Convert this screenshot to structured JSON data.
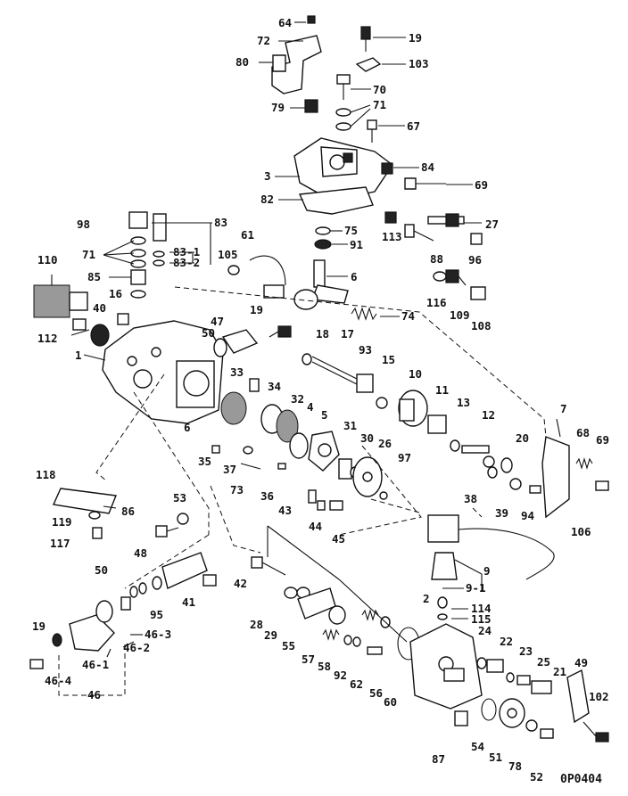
{
  "drawing_code": "0P0404",
  "callouts": [
    "64",
    "72",
    "80",
    "19",
    "103",
    "70",
    "79",
    "71",
    "67",
    "3",
    "84",
    "69",
    "82",
    "27",
    "113",
    "75",
    "91",
    "96",
    "88",
    "98",
    "83",
    "83-1",
    "83-2",
    "61",
    "105",
    "110",
    "71",
    "85",
    "16",
    "6",
    "116",
    "109",
    "108",
    "40",
    "112",
    "19",
    "74",
    "47",
    "50",
    "18",
    "17",
    "93",
    "1",
    "33",
    "15",
    "10",
    "34",
    "32",
    "11",
    "13",
    "12",
    "7",
    "68",
    "69",
    "4",
    "5",
    "31",
    "30",
    "26",
    "20",
    "6",
    "35",
    "37",
    "73",
    "36",
    "97",
    "38",
    "39",
    "94",
    "118",
    "53",
    "86",
    "43",
    "44",
    "45",
    "119",
    "117",
    "106",
    "48",
    "50",
    "9",
    "9-1",
    "42",
    "28",
    "29",
    "55",
    "2",
    "114",
    "115",
    "41",
    "95",
    "46-3",
    "46-2",
    "19",
    "46-1",
    "46-4",
    "46",
    "24",
    "22",
    "23",
    "25",
    "21",
    "49",
    "57",
    "58",
    "92",
    "62",
    "56",
    "60",
    "102",
    "54",
    "51",
    "78",
    "52",
    "87"
  ]
}
